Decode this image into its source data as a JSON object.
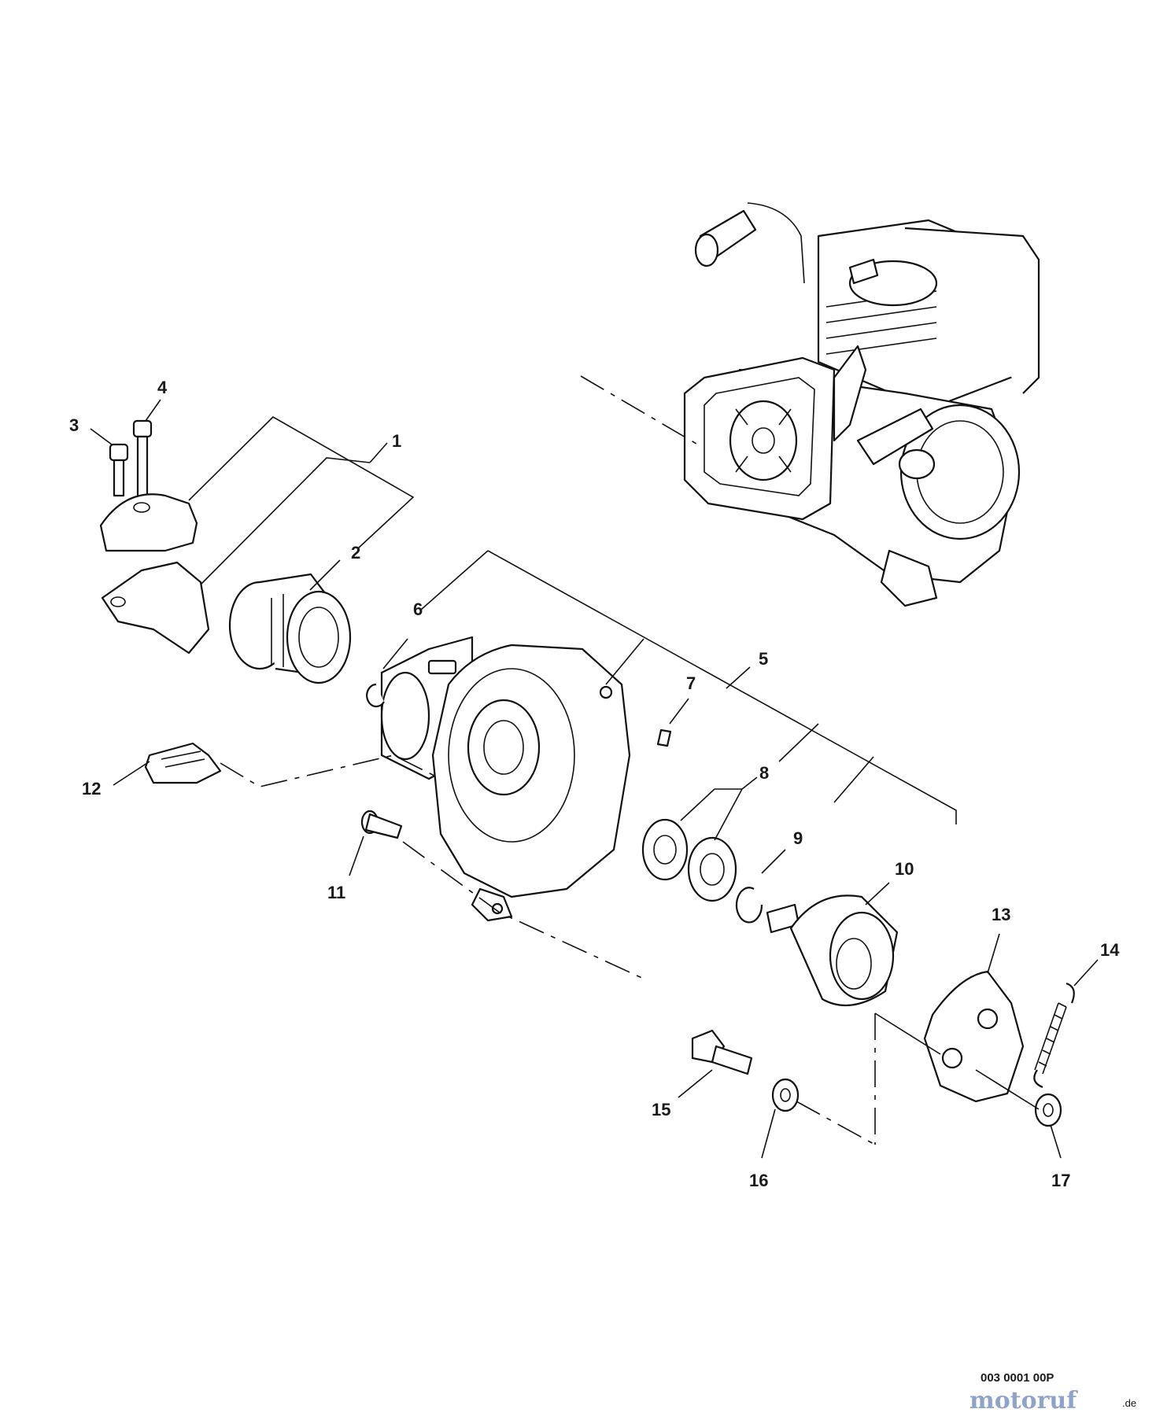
{
  "callouts": {
    "c1": "1",
    "c2": "2",
    "c3": "3",
    "c4": "4",
    "c5": "5",
    "c6": "6",
    "c7": "7",
    "c8": "8",
    "c9": "9",
    "c10": "10",
    "c11": "11",
    "c12": "12",
    "c13": "13",
    "c14": "14",
    "c15": "15",
    "c16": "16",
    "c17": "17"
  },
  "drawing_code": "003 0001 00P",
  "watermark": {
    "brand": "motoruf",
    "suffix": ".de"
  },
  "colors": {
    "line": "#111111",
    "background": "#ffffff",
    "brand_dark": "#4a5a7a",
    "brand_light": "#8fa3c8"
  }
}
